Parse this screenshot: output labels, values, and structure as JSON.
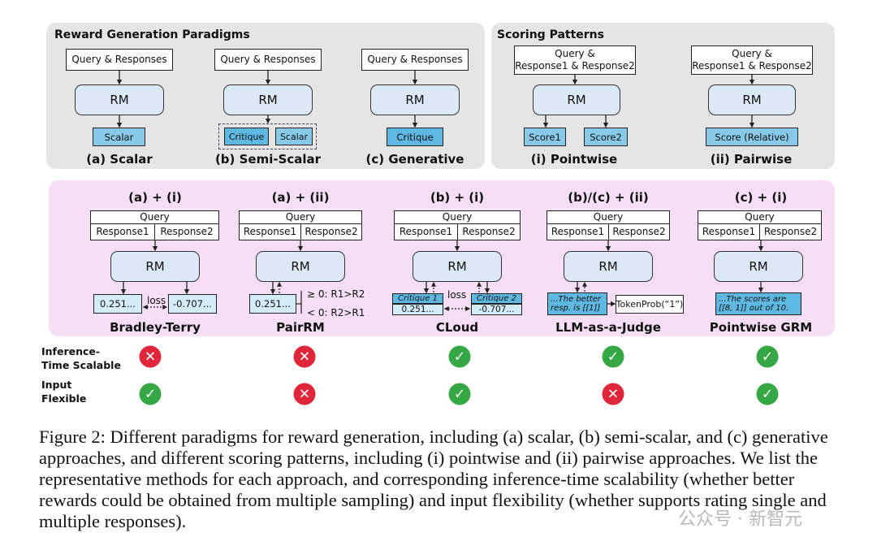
{
  "top": {
    "reward_title": "Reward Generation Paradigms",
    "scoring_title": "Scoring Patterns",
    "rm": "RM",
    "scalar": {
      "input": "Query & Responses",
      "output": "Scalar",
      "caption": "(a) Scalar"
    },
    "semi": {
      "input": "Query & Responses",
      "out1": "Critique",
      "out2": "Scalar",
      "caption": "(b) Semi-Scalar"
    },
    "gen": {
      "input": "Query & Responses",
      "output": "Critique",
      "caption": "(c) Generative"
    },
    "pointwise": {
      "input_l1": "Query &",
      "input_l2": "Response1 & Response2",
      "out1": "Score1",
      "out2": "Score2",
      "caption": "(i) Pointwise"
    },
    "pairwise": {
      "input_l1": "Query &",
      "input_l2": "Response1 & Response2",
      "output": "Score (Relative)",
      "caption": "(ii) Pairwise"
    }
  },
  "methods": [
    {
      "header": "(a) + (i)",
      "query": "Query",
      "resp1": "Response1",
      "resp2": "Response2",
      "out1": "0.251...",
      "loss": "loss",
      "out2": "-0.707...",
      "name": "Bradley-Terry"
    },
    {
      "header": "(a) + (ii)",
      "query": "Query",
      "resp1": "Response1",
      "resp2": "Response2",
      "out1": "0.251...",
      "cond1": "≥ 0: R1>R2",
      "cond2": "< 0: R2>R1",
      "name": "PairRM"
    },
    {
      "header": "(b) + (i)",
      "query": "Query",
      "resp1": "Response1",
      "resp2": "Response2",
      "crit1": "Critique 1",
      "crit2": "Critique 2",
      "out1": "0.251...",
      "loss": "loss",
      "out2": "-0.707...",
      "name": "CLoud"
    },
    {
      "header": "(b)/(c) + (ii)",
      "query": "Query",
      "resp1": "Response1",
      "resp2": "Response2",
      "out1": "...The better resp. is [[1]]",
      "out2": "TokenProb(“1”)",
      "name": "LLM-as-a-Judge"
    },
    {
      "header": "(c) + (i)",
      "query": "Query",
      "resp1": "Response1",
      "resp2": "Response2",
      "out1": "...The scores are [[8, 1]] out of 10.",
      "name": "Pointwise GRM"
    }
  ],
  "rows": {
    "scalable_l1": "Inference-",
    "scalable_l2": "Time Scalable",
    "flex_l1": "Input",
    "flex_l2": "Flexible",
    "scalable_values": [
      false,
      false,
      true,
      true,
      true
    ],
    "flex_values": [
      true,
      false,
      true,
      false,
      true
    ],
    "yes_glyph": "✓",
    "no_glyph": "✕"
  },
  "caption": "Figure 2: Different paradigms for reward generation, including (a) scalar, (b) semi-scalar, and (c) generative approaches, and different scoring patterns, including (i) pointwise and (ii) pairwise approaches. We list the representative methods for each approach, and corresponding inference-time scalability (whether better rewards could be obtained from multiple sampling) and input flexibility (whether supports rating single and multiple responses).",
  "watermark": "公众号 · 新智元",
  "colors": {
    "panel_gray": "#e5e5e5",
    "panel_pink": "#f6def5",
    "rm_fill": "#dde8f6",
    "output_fill": "#87c9e6",
    "yes": "#35a845",
    "no": "#e0263a"
  }
}
